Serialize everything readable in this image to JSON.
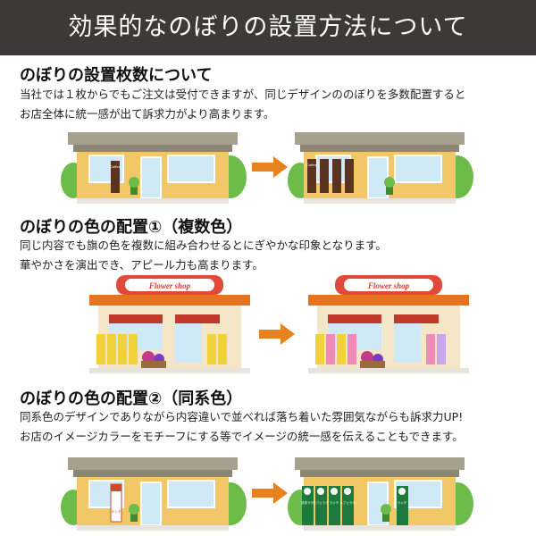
{
  "header": {
    "title": "効果的なのぼりの設置方法について"
  },
  "sections": [
    {
      "title": "のぼりの設置枚数について",
      "lines": [
        "当社では１枚からでもご注文は受付できますが、同じデザインののぼりを多数配置すると",
        "お店全体に統一感が出て訴求力がより高まります。"
      ],
      "before_banner_text": "Coffee",
      "after_banner_text": "Coffee"
    },
    {
      "title": "のぼりの色の配置①（複数色）",
      "lines": [
        "同じ内容でも旗の色を複数に組み合わせるとにぎやかな印象となります。",
        "華やかさを演出でき、アピール力も高まります。"
      ],
      "shop_sign": "Flower shop"
    },
    {
      "title": "のぼりの色の配置②（同系色）",
      "lines": [
        "同系色のデザインでありながら内容違いで並べれば落ち着いた雰囲気ながらも訴求力UP!",
        "お店のイメージカラーをモチーフにする等でイメージの統一感を伝えることもできます。"
      ],
      "before_banner_text": "ランチ",
      "after_banner_texts": [
        "抹茶ラテ",
        "カフェラテ",
        "ランチ",
        "カフェラテ",
        "ランチ"
      ]
    }
  ],
  "colors": {
    "header_bg": "#3c3a38",
    "arrow": "#e8821e",
    "awning": "#e8731e",
    "store_wall": "#f2c768"
  }
}
